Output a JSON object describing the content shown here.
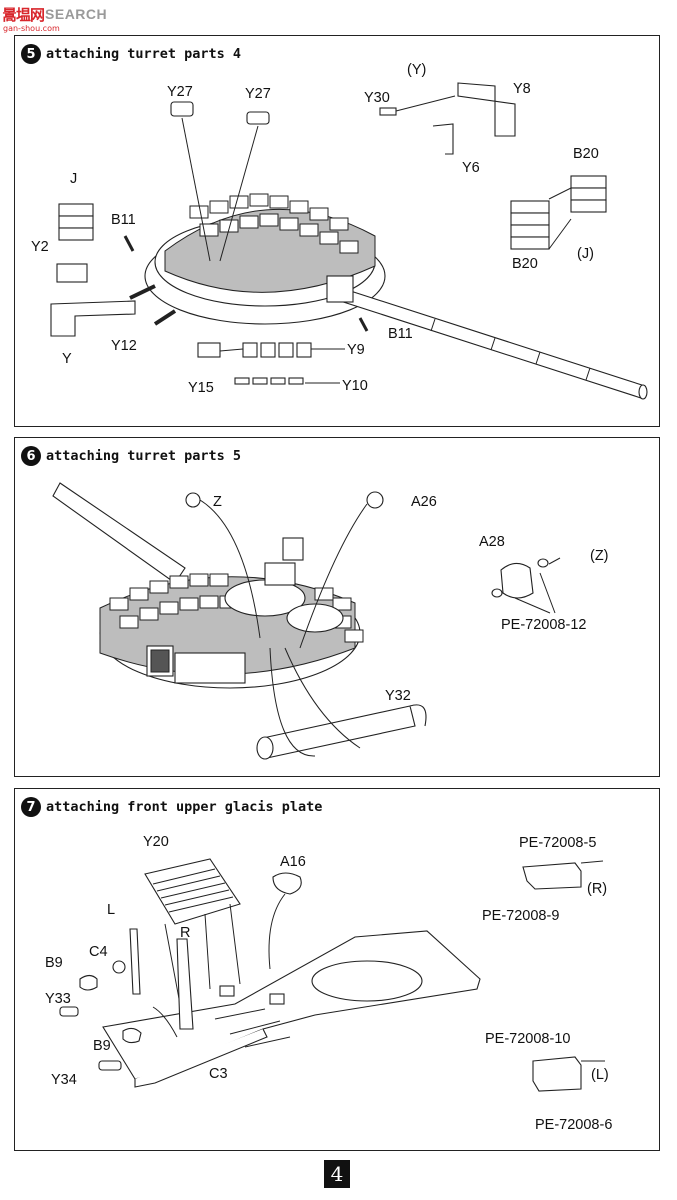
{
  "watermark": {
    "logo": "暠塭网",
    "text": "SEARCH",
    "url": "gan-shou.com"
  },
  "steps": [
    {
      "number": "5",
      "title": "attaching turret parts 4"
    },
    {
      "number": "6",
      "title": "attaching turret parts 5"
    },
    {
      "number": "7",
      "title": "attaching front upper glacis plate"
    }
  ],
  "labels": {
    "step5": [
      "Y27",
      "Y27",
      "(Y)",
      "Y30",
      "Y8",
      "Y6",
      "B20",
      "B20",
      "(J)",
      "J",
      "B11",
      "Y2",
      "Y12",
      "Y",
      "B11",
      "Y9",
      "Y15",
      "Y10"
    ],
    "step6": [
      "Z",
      "A26",
      "A28",
      "(Z)",
      "PE-72008-12",
      "Y32"
    ],
    "step7": [
      "Y20",
      "A16",
      "PE-72008-5",
      "(R)",
      "PE-72008-9",
      "L",
      "R",
      "C4",
      "B9",
      "Y33",
      "B9",
      "C3",
      "Y34",
      "PE-72008-10",
      "(L)",
      "PE-72008-6"
    ]
  },
  "page_number": "4"
}
